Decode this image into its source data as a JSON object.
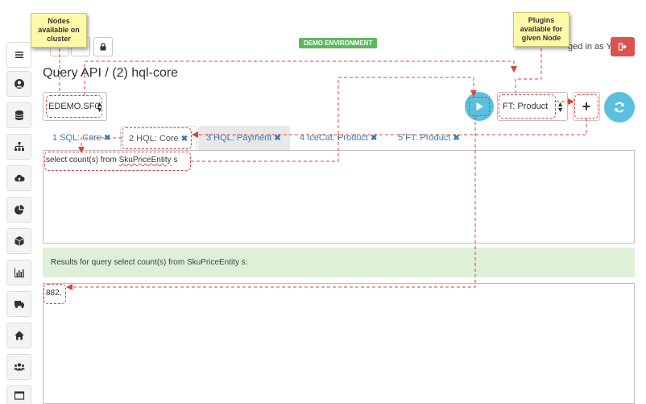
{
  "header": {
    "demo_badge": "DEMO ENVIRONMENT",
    "logged_in": "ged in as Yes",
    "colors": {
      "logout": "#d9534f",
      "accent": "#5bc0de",
      "badge": "#5cb85c"
    }
  },
  "page": {
    "title": "Query API / (2) hql-core"
  },
  "toolbar": {
    "node_value": "EDEMO.SF0",
    "plugin_value": "FT: Product",
    "add_label": "+"
  },
  "tabs": [
    {
      "label": "1 SQL: Core"
    },
    {
      "label": "2 HQL: Core"
    },
    {
      "label": "3 HQL: Payment"
    },
    {
      "label": "4 IceCat: Product"
    },
    {
      "label": "5 FT: Product"
    }
  ],
  "query": {
    "prefix": "select count(s) from ",
    "entity": "SkuPriceEntity",
    "suffix": " s"
  },
  "results": {
    "banner": "Results for query select count(s) from SkuPriceEntity s:",
    "value": "882,"
  },
  "annotations": {
    "nodes_note": "Nodes available on cluster",
    "plugins_note": "Plugins available for given Node"
  },
  "sidebar_icons": [
    "menu-icon",
    "user-icon",
    "database-icon",
    "sitemap-icon",
    "cloud-upload-icon",
    "pie-chart-icon",
    "cube-icon",
    "bar-chart-icon",
    "truck-icon",
    "home-icon",
    "users-icon",
    "window-icon"
  ]
}
